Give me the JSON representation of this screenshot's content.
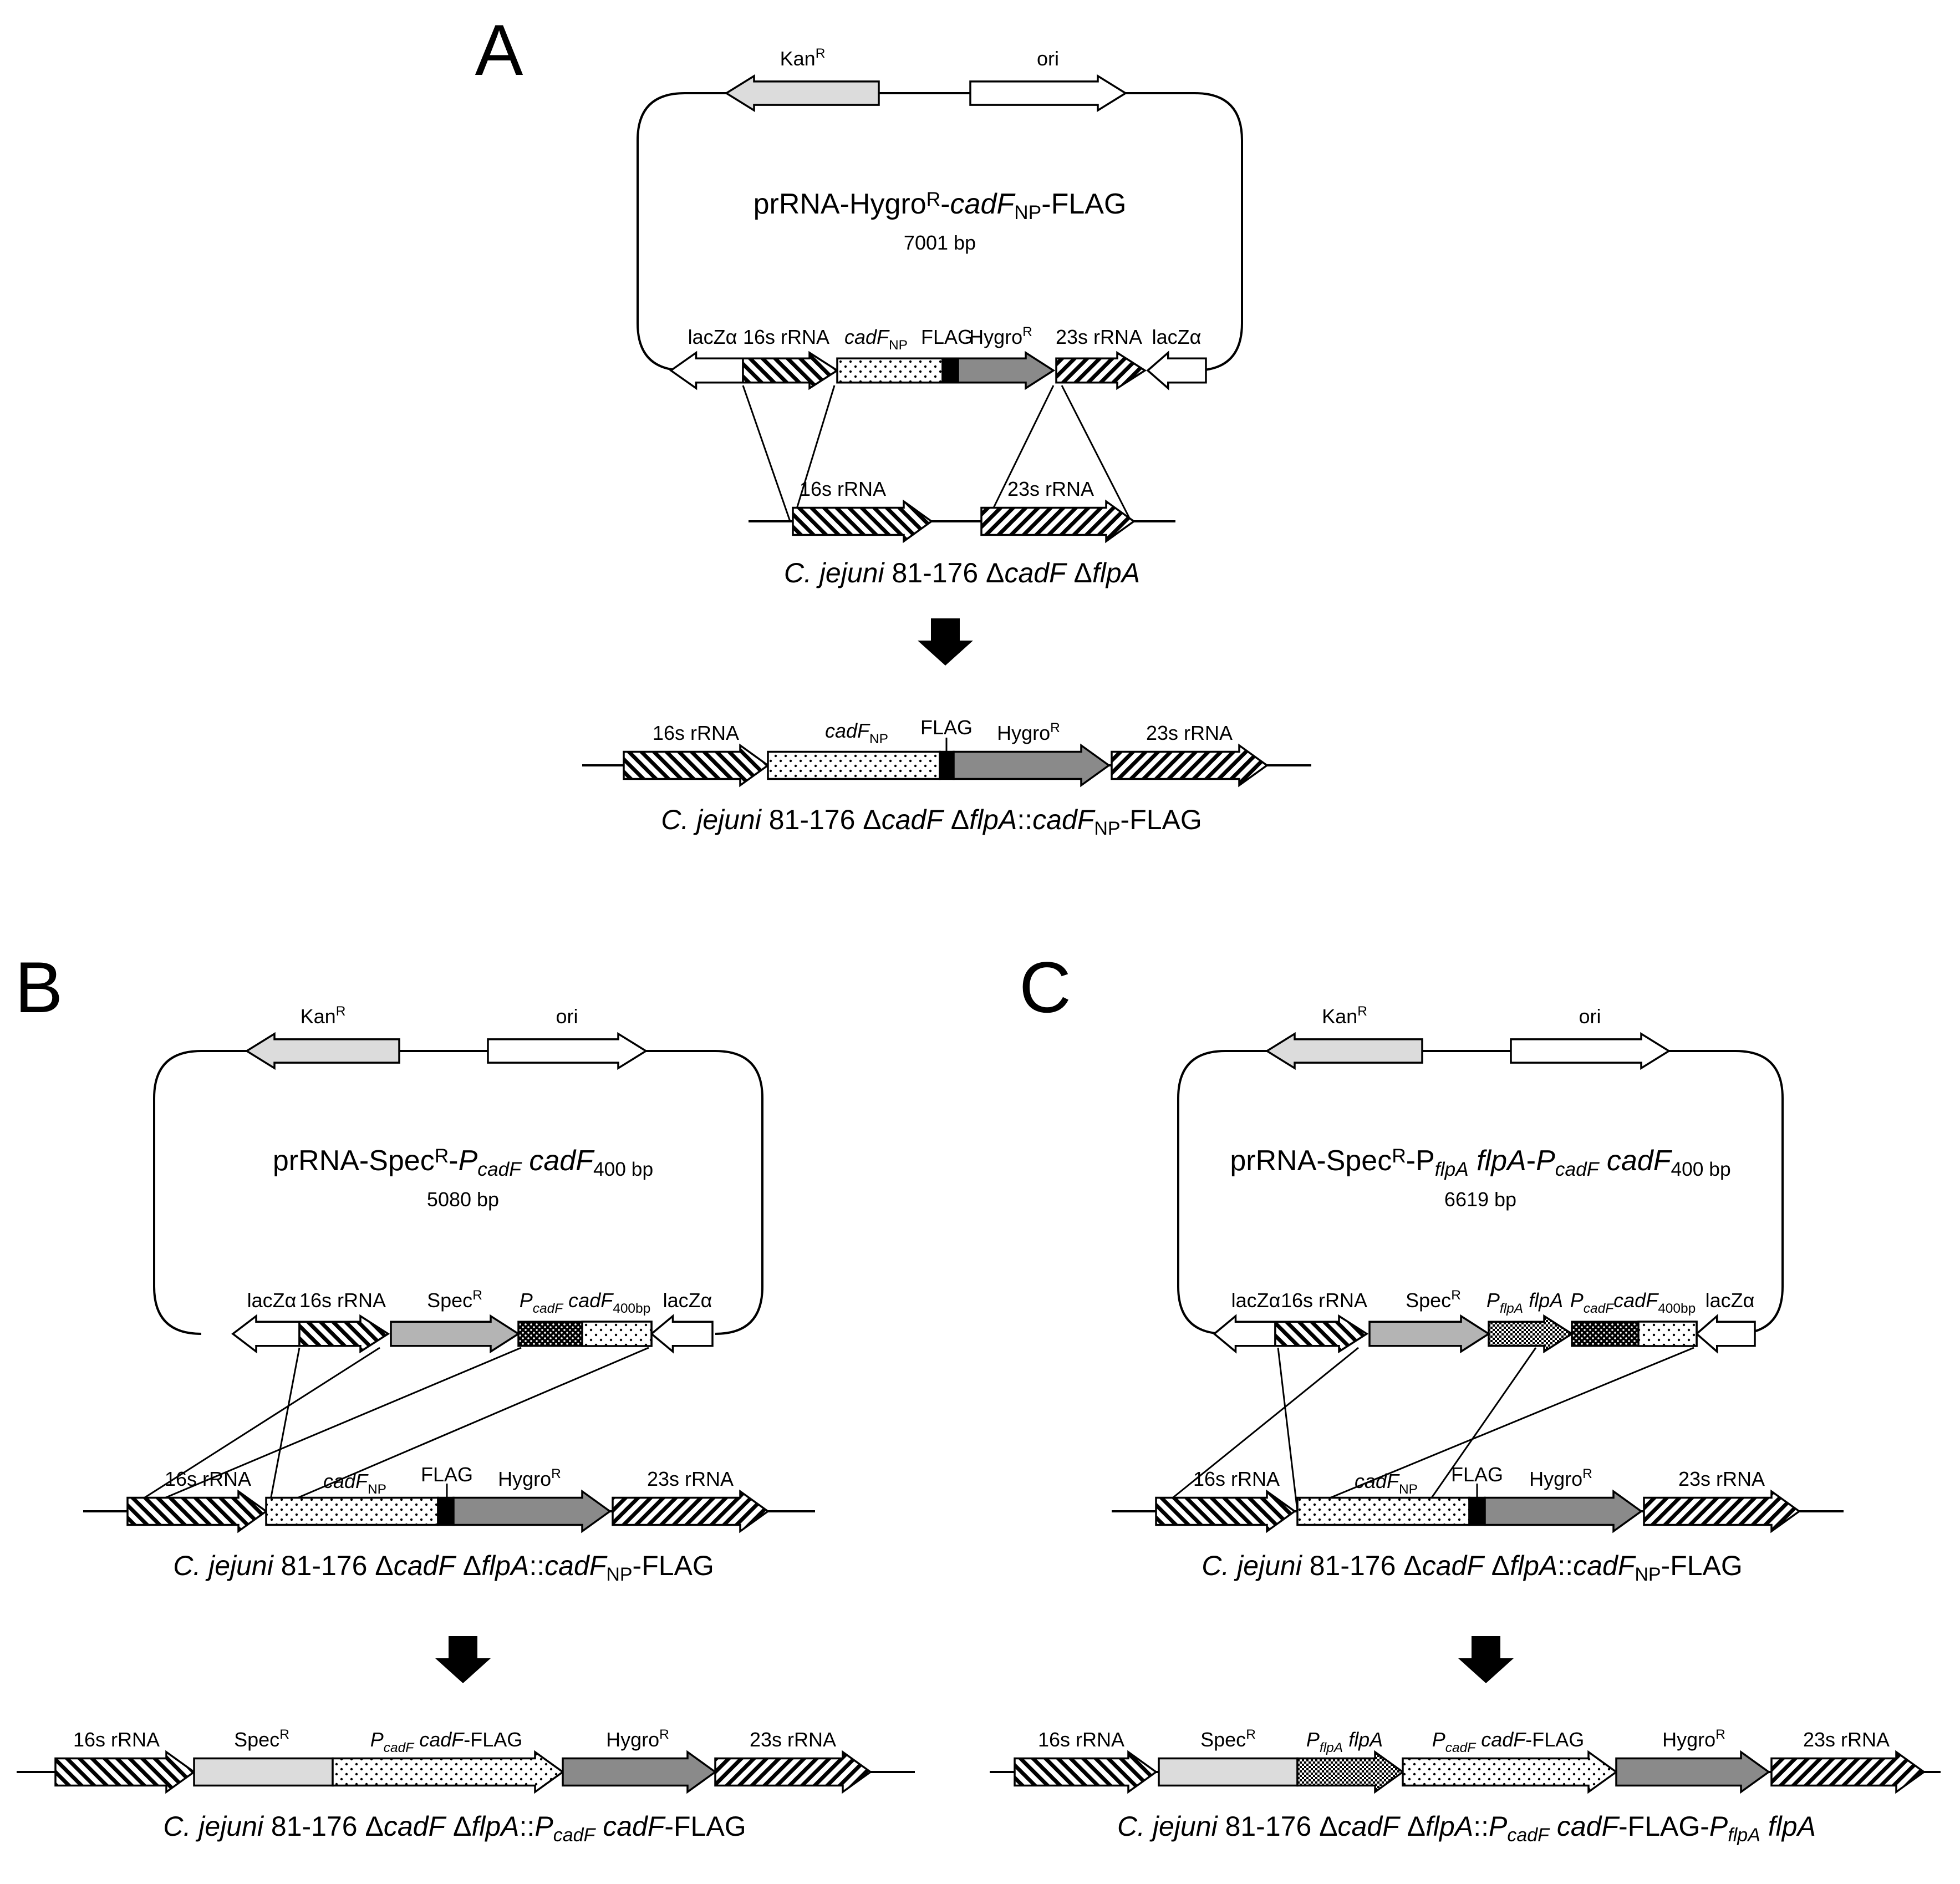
{
  "figure": {
    "panels": [
      {
        "label": "A",
        "backbone": [
          {
            "id": "kan",
            "label": "Kan",
            "sup": "R",
            "fill": "light-gray"
          },
          {
            "id": "ori",
            "label": "ori",
            "fill": "white"
          }
        ],
        "plasmid_name": [
          {
            "t": "prRNA-Hygro"
          },
          {
            "t": "R",
            "s": "sup"
          },
          {
            "t": "-"
          },
          {
            "t": "cadF",
            "i": true
          },
          {
            "t": "NP",
            "s": "sub"
          },
          {
            "t": "-FLAG"
          }
        ],
        "plasmid_size": "7001 bp",
        "plasmid_insert": [
          {
            "id": "lacZ-left",
            "label": "lacZα",
            "fill": "white",
            "dir": "left"
          },
          {
            "id": "16s",
            "label": "16s rRNA",
            "fill": "stripes-back"
          },
          {
            "id": "cadF",
            "label": [
              {
                "t": "cadF",
                "i": true
              },
              {
                "t": "NP",
                "s": "sub"
              }
            ],
            "fill": "dots"
          },
          {
            "id": "flag",
            "label": "FLAG",
            "fill": "black"
          },
          {
            "id": "hygro",
            "label": [
              {
                "t": "Hygro"
              },
              {
                "t": "R",
                "s": "sup"
              }
            ],
            "fill": "dark-gray"
          },
          {
            "id": "23s",
            "label": "23s rRNA",
            "fill": "stripes-fwd"
          },
          {
            "id": "lacZ-right",
            "label": "lacZα",
            "fill": "white",
            "dir": "left"
          }
        ],
        "chromosome": [
          {
            "id": "16s",
            "label": "16s rRNA",
            "fill": "stripes-back"
          },
          {
            "id": "23s",
            "label": "23s rRNA",
            "fill": "stripes-fwd"
          }
        ],
        "chromosome_strain": [
          {
            "t": "C. jejuni",
            "i": true
          },
          {
            "t": " 81-176 Δ"
          },
          {
            "t": "cadF",
            "i": true
          },
          {
            "t": " Δ"
          },
          {
            "t": "flpA",
            "i": true
          }
        ],
        "result": [
          {
            "id": "16s",
            "label": "16s rRNA",
            "fill": "stripes-back"
          },
          {
            "id": "cadF",
            "label": [
              {
                "t": "cadF",
                "i": true
              },
              {
                "t": "NP",
                "s": "sub"
              }
            ],
            "fill": "dots"
          },
          {
            "id": "flag",
            "label": "FLAG",
            "fill": "black"
          },
          {
            "id": "hygro",
            "label": [
              {
                "t": "Hygro"
              },
              {
                "t": "R",
                "s": "sup"
              }
            ],
            "fill": "dark-gray"
          },
          {
            "id": "23s",
            "label": "23s rRNA",
            "fill": "stripes-fwd"
          }
        ],
        "result_strain": [
          {
            "t": "C. jejuni",
            "i": true
          },
          {
            "t": " 81-176 Δ"
          },
          {
            "t": "cadF",
            "i": true
          },
          {
            "t": " Δ"
          },
          {
            "t": "flpA",
            "i": true
          },
          {
            "t": "::"
          },
          {
            "t": "cadF",
            "i": true
          },
          {
            "t": "NP",
            "s": "sub"
          },
          {
            "t": "-FLAG"
          }
        ]
      },
      {
        "label": "B",
        "backbone": [
          {
            "id": "kan",
            "label": "Kan",
            "sup": "R",
            "fill": "light-gray"
          },
          {
            "id": "ori",
            "label": "ori",
            "fill": "white"
          }
        ],
        "plasmid_name": [
          {
            "t": "prRNA-Spec"
          },
          {
            "t": "R",
            "s": "sup"
          },
          {
            "t": "-"
          },
          {
            "t": "P",
            "i": true
          },
          {
            "t": "cadF",
            "i": true,
            "s": "sub"
          },
          {
            "t": " "
          },
          {
            "t": "cadF",
            "i": true
          },
          {
            "t": "400 bp",
            "s": "sub"
          }
        ],
        "plasmid_size": "5080 bp",
        "plasmid_insert": [
          {
            "id": "lacZ-left",
            "label": "lacZα",
            "fill": "white",
            "dir": "left"
          },
          {
            "id": "16s",
            "label": "16s rRNA",
            "fill": "stripes-back"
          },
          {
            "id": "spec",
            "label": [
              {
                "t": "Spec"
              },
              {
                "t": "R",
                "s": "sup"
              }
            ],
            "fill": "mid-gray"
          },
          {
            "id": "pcadf",
            "label": [
              {
                "t": "P",
                "i": true
              },
              {
                "t": "cadF",
                "i": true,
                "s": "sub"
              },
              {
                "t": " "
              },
              {
                "t": "cadF",
                "i": true
              },
              {
                "t": "400bp",
                "s": "sub"
              }
            ],
            "fill": "dense-dots"
          },
          {
            "id": "lacZ-right",
            "label": "lacZα",
            "fill": "white",
            "dir": "left"
          }
        ],
        "chromosome": [
          {
            "id": "16s",
            "label": "16s rRNA",
            "fill": "stripes-back"
          },
          {
            "id": "cadF",
            "label": [
              {
                "t": "cadF",
                "i": true
              },
              {
                "t": "NP",
                "s": "sub"
              }
            ],
            "fill": "dots"
          },
          {
            "id": "flag",
            "label": "FLAG",
            "fill": "black"
          },
          {
            "id": "hygro",
            "label": [
              {
                "t": "Hygro"
              },
              {
                "t": "R",
                "s": "sup"
              }
            ],
            "fill": "dark-gray"
          },
          {
            "id": "23s",
            "label": "23s rRNA",
            "fill": "stripes-fwd"
          }
        ],
        "chromosome_strain": [
          {
            "t": "C. jejuni",
            "i": true
          },
          {
            "t": " 81-176 Δ"
          },
          {
            "t": "cadF",
            "i": true
          },
          {
            "t": " Δ"
          },
          {
            "t": "flpA",
            "i": true
          },
          {
            "t": "::"
          },
          {
            "t": "cadF",
            "i": true
          },
          {
            "t": "NP",
            "s": "sub"
          },
          {
            "t": "-FLAG"
          }
        ],
        "result": [
          {
            "id": "16s",
            "label": "16s rRNA",
            "fill": "stripes-back"
          },
          {
            "id": "spec",
            "label": [
              {
                "t": "Spec"
              },
              {
                "t": "R",
                "s": "sup"
              }
            ],
            "fill": "light-gray"
          },
          {
            "id": "pcadf",
            "label": [
              {
                "t": "P",
                "i": true
              },
              {
                "t": "cadF",
                "i": true,
                "s": "sub"
              },
              {
                "t": " "
              },
              {
                "t": "cadF",
                "i": true
              },
              {
                "t": "-FLAG"
              }
            ],
            "fill": "dots"
          },
          {
            "id": "hygro",
            "label": [
              {
                "t": "Hygro"
              },
              {
                "t": "R",
                "s": "sup"
              }
            ],
            "fill": "dark-gray"
          },
          {
            "id": "23s",
            "label": "23s rRNA",
            "fill": "stripes-fwd"
          }
        ],
        "result_strain": [
          {
            "t": "C. jejuni",
            "i": true
          },
          {
            "t": " 81-176 Δ"
          },
          {
            "t": "cadF",
            "i": true
          },
          {
            "t": " Δ"
          },
          {
            "t": "flpA",
            "i": true
          },
          {
            "t": "::"
          },
          {
            "t": "P",
            "i": true
          },
          {
            "t": "cadF",
            "i": true,
            "s": "sub"
          },
          {
            "t": " "
          },
          {
            "t": "cadF",
            "i": true
          },
          {
            "t": "-FLAG"
          }
        ]
      },
      {
        "label": "C",
        "backbone": [
          {
            "id": "kan",
            "label": "Kan",
            "sup": "R",
            "fill": "light-gray"
          },
          {
            "id": "ori",
            "label": "ori",
            "fill": "white"
          }
        ],
        "plasmid_name": [
          {
            "t": "prRNA-Spec"
          },
          {
            "t": "R",
            "s": "sup"
          },
          {
            "t": "-P"
          },
          {
            "t": "flpA",
            "i": true,
            "s": "sub"
          },
          {
            "t": " "
          },
          {
            "t": "flpA",
            "i": true
          },
          {
            "t": "-"
          },
          {
            "t": "P",
            "i": true
          },
          {
            "t": "cadF",
            "i": true,
            "s": "sub"
          },
          {
            "t": " "
          },
          {
            "t": "cadF",
            "i": true
          },
          {
            "t": "400 bp",
            "s": "sub"
          }
        ],
        "plasmid_size": "6619 bp",
        "plasmid_insert": [
          {
            "id": "lacZ-left",
            "label": "lacZα",
            "fill": "white",
            "dir": "left"
          },
          {
            "id": "16s",
            "label": "16s rRNA",
            "fill": "stripes-back"
          },
          {
            "id": "spec",
            "label": [
              {
                "t": "Spec"
              },
              {
                "t": "R",
                "s": "sup"
              }
            ],
            "fill": "mid-gray"
          },
          {
            "id": "pflpa",
            "label": [
              {
                "t": "P",
                "i": true
              },
              {
                "t": "flpA",
                "i": true,
                "s": "sub"
              },
              {
                "t": " "
              },
              {
                "t": "flpA",
                "i": true
              }
            ],
            "fill": "checker"
          },
          {
            "id": "pcadf",
            "label": [
              {
                "t": "P",
                "i": true
              },
              {
                "t": "cadF",
                "i": true,
                "s": "sub"
              },
              {
                "t": "cadF",
                "i": true
              },
              {
                "t": "400bp",
                "s": "sub"
              }
            ],
            "fill": "dense-dots"
          },
          {
            "id": "lacZ-right",
            "label": "lacZα",
            "fill": "white",
            "dir": "left"
          }
        ],
        "chromosome": [
          {
            "id": "16s",
            "label": "16s rRNA",
            "fill": "stripes-back"
          },
          {
            "id": "cadF",
            "label": [
              {
                "t": "cadF",
                "i": true
              },
              {
                "t": "NP",
                "s": "sub"
              }
            ],
            "fill": "dots"
          },
          {
            "id": "flag",
            "label": "FLAG",
            "fill": "black"
          },
          {
            "id": "hygro",
            "label": [
              {
                "t": "Hygro"
              },
              {
                "t": "R",
                "s": "sup"
              }
            ],
            "fill": "dark-gray"
          },
          {
            "id": "23s",
            "label": "23s rRNA",
            "fill": "stripes-fwd"
          }
        ],
        "chromosome_strain": [
          {
            "t": "C. jejuni",
            "i": true
          },
          {
            "t": " 81-176 Δ"
          },
          {
            "t": "cadF",
            "i": true
          },
          {
            "t": " Δ"
          },
          {
            "t": "flpA",
            "i": true
          },
          {
            "t": "::"
          },
          {
            "t": "cadF",
            "i": true
          },
          {
            "t": "NP",
            "s": "sub"
          },
          {
            "t": "-FLAG"
          }
        ],
        "result": [
          {
            "id": "16s",
            "label": "16s rRNA",
            "fill": "stripes-back"
          },
          {
            "id": "spec",
            "label": [
              {
                "t": "Spec"
              },
              {
                "t": "R",
                "s": "sup"
              }
            ],
            "fill": "light-gray"
          },
          {
            "id": "pflpa",
            "label": [
              {
                "t": "P",
                "i": true
              },
              {
                "t": "flpA",
                "i": true,
                "s": "sub"
              },
              {
                "t": " "
              },
              {
                "t": "flpA",
                "i": true
              }
            ],
            "fill": "checker"
          },
          {
            "id": "pcadf",
            "label": [
              {
                "t": "P",
                "i": true
              },
              {
                "t": "cadF",
                "i": true,
                "s": "sub"
              },
              {
                "t": " "
              },
              {
                "t": "cadF",
                "i": true
              },
              {
                "t": "-FLAG"
              }
            ],
            "fill": "dots"
          },
          {
            "id": "hygro",
            "label": [
              {
                "t": "Hygro"
              },
              {
                "t": "R",
                "s": "sup"
              }
            ],
            "fill": "dark-gray"
          },
          {
            "id": "23s",
            "label": "23s rRNA",
            "fill": "stripes-fwd"
          }
        ],
        "result_strain": [
          {
            "t": "C. jejuni",
            "i": true
          },
          {
            "t": " 81-176 Δ"
          },
          {
            "t": "cadF",
            "i": true
          },
          {
            "t": " Δ"
          },
          {
            "t": "flpA",
            "i": true
          },
          {
            "t": "::"
          },
          {
            "t": "P",
            "i": true
          },
          {
            "t": "cadF",
            "i": true,
            "s": "sub"
          },
          {
            "t": " "
          },
          {
            "t": "cadF",
            "i": true
          },
          {
            "t": "-FLAG-"
          },
          {
            "t": "P",
            "i": true
          },
          {
            "t": "flpA",
            "i": true,
            "s": "sub"
          },
          {
            "t": " "
          },
          {
            "t": "flpA",
            "i": true
          }
        ]
      }
    ]
  },
  "colors": {
    "white": "#ffffff",
    "light-gray": "#dcdcdc",
    "mid-gray": "#b4b4b4",
    "dark-gray": "#8a8a8a",
    "black": "#000000"
  }
}
